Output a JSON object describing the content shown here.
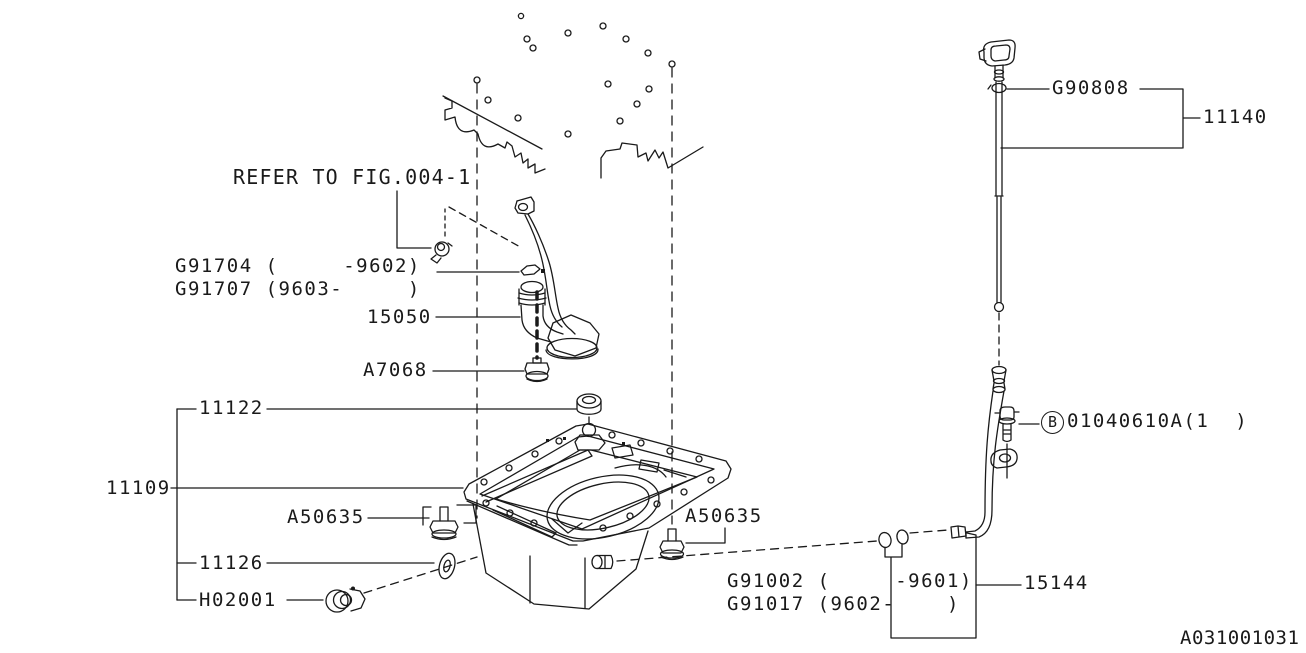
{
  "diagram": {
    "note": "REFER TO FIG.004-1",
    "figure_code": "A031001031",
    "labels": {
      "g91704": "G91704 (     -9602)",
      "g91707": "G91707 (9603-     )",
      "p15050": "15050",
      "a7068": "A7068",
      "p11122": "11122",
      "p11109": "11109",
      "a50635_left": "A50635",
      "a50635_right": "A50635",
      "p11126": "11126",
      "h02001": "H02001",
      "g91002": "G91002 (     -9601)",
      "g91017": "G91017 (9602-    )",
      "p15144": "15144",
      "g90808": "G90808",
      "p11140": "11140",
      "bolt_b_letter": "B",
      "bolt_b_code": "01040610A(1  )"
    },
    "colors": {
      "ink": "#1a1a1a",
      "background": "#ffffff"
    }
  }
}
